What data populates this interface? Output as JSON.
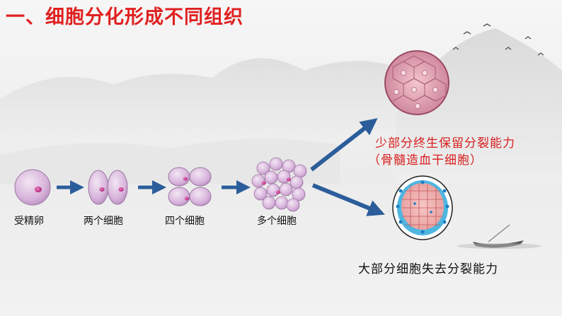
{
  "title": "一、细胞分化形成不同组织",
  "stages": [
    {
      "label": "受精卵"
    },
    {
      "label": "两个细胞"
    },
    {
      "label": "四个细胞"
    },
    {
      "label": "多个细胞"
    }
  ],
  "outcomes": {
    "minority_line1": "少部分终生保留分裂能力",
    "minority_line2": "（骨髓造血干细胞）",
    "majority": "大部分细胞失去分裂能力"
  },
  "colors": {
    "title": "#e02020",
    "arrow": "#2b5d9a",
    "cell": "#d9b6dd",
    "red_text": "#d81e1e"
  }
}
